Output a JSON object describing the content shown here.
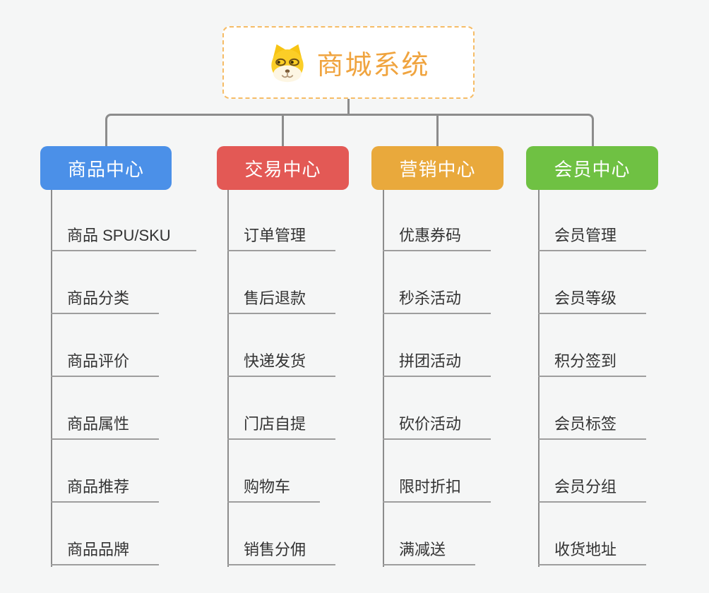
{
  "root": {
    "label": "商城系统",
    "icon": "dog-face-icon",
    "text_color": "#F0A43F",
    "border_color": "#F6BC66"
  },
  "branches": [
    {
      "label": "商品中心",
      "color": "#4B90E8",
      "children": [
        "商品 SPU/SKU",
        "商品分类",
        "商品评价",
        "商品属性",
        "商品推荐",
        "商品品牌"
      ]
    },
    {
      "label": "交易中心",
      "color": "#E35955",
      "children": [
        "订单管理",
        "售后退款",
        "快递发货",
        "门店自提",
        "购物车",
        "销售分佣"
      ]
    },
    {
      "label": "营销中心",
      "color": "#E9A93C",
      "children": [
        "优惠券码",
        "秒杀活动",
        "拼团活动",
        "砍价活动",
        "限时折扣",
        "满减送"
      ]
    },
    {
      "label": "会员中心",
      "color": "#6FC143",
      "children": [
        "会员管理",
        "会员等级",
        "积分签到",
        "会员标签",
        "会员分组",
        "收货地址"
      ]
    }
  ],
  "colors": {
    "background": "#F5F6F6",
    "connector": "#8C8C8C",
    "leaf_line": "#9E9E9E",
    "leaf_text": "#333333"
  }
}
